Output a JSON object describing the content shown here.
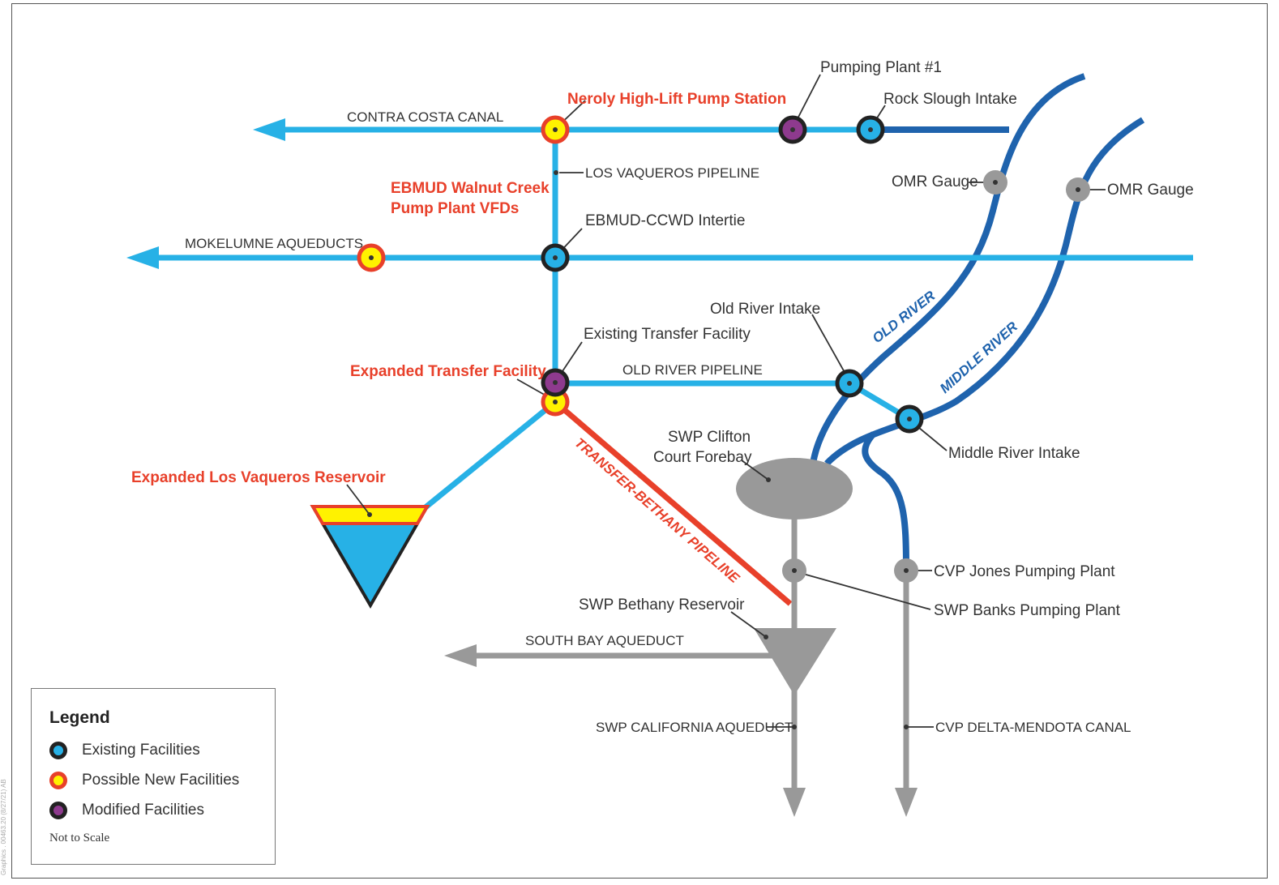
{
  "colors": {
    "light_blue": "#27b1e6",
    "dark_blue": "#1f63ad",
    "gray": "#999999",
    "red": "#e8402a",
    "yellow": "#fff200",
    "purple": "#8e3a8e"
  },
  "pipelines": {
    "contra_costa_canal": "CONTRA COSTA CANAL",
    "los_vaqueros_pipeline": "LOS VAQUEROS PIPELINE",
    "mokelumne_aqueducts": "MOKELUMNE AQUEDUCTS",
    "old_river_pipeline": "OLD RIVER PIPELINE",
    "transfer_bethany_pipeline": "TRANSFER-BETHANY PIPELINE",
    "south_bay_aqueduct": "SOUTH BAY AQUEDUCT",
    "swp_california_aqueduct": "SWP CALIFORNIA AQUEDUCT",
    "cvp_delta_mendota_canal": "CVP DELTA-MENDOTA CANAL"
  },
  "rivers": {
    "old_river": "OLD RIVER",
    "middle_river": "MIDDLE RIVER"
  },
  "facilities": {
    "pumping_plant_1": "Pumping Plant #1",
    "rock_slough_intake": "Rock Slough Intake",
    "neroly": "Neroly High-Lift Pump Station",
    "ebmud_walnut_creek_1": "EBMUD Walnut Creek",
    "ebmud_walnut_creek_2": "Pump Plant VFDs",
    "ebmud_ccwd_intertie": "EBMUD-CCWD Intertie",
    "omr_gauge_1": "OMR Gauge",
    "omr_gauge_2": "OMR Gauge",
    "old_river_intake": "Old River Intake",
    "existing_transfer_facility": "Existing Transfer Facility",
    "expanded_transfer_facility": "Expanded Transfer Facility",
    "expanded_los_vaqueros": "Expanded Los Vaqueros Reservoir",
    "swp_clifton_1": "SWP Clifton",
    "swp_clifton_2": "Court Forebay",
    "middle_river_intake": "Middle River Intake",
    "cvp_jones": "CVP Jones Pumping Plant",
    "swp_banks": "SWP Banks Pumping Plant",
    "swp_bethany": "SWP Bethany Reservoir"
  },
  "legend": {
    "title": "Legend",
    "items": [
      {
        "label": "Existing Facilities"
      },
      {
        "label": "Possible New Facilities"
      },
      {
        "label": "Modified Facilities"
      }
    ],
    "note": "Not to Scale"
  },
  "credit": "Graphics . 00463.20 (8/27/21) AB"
}
